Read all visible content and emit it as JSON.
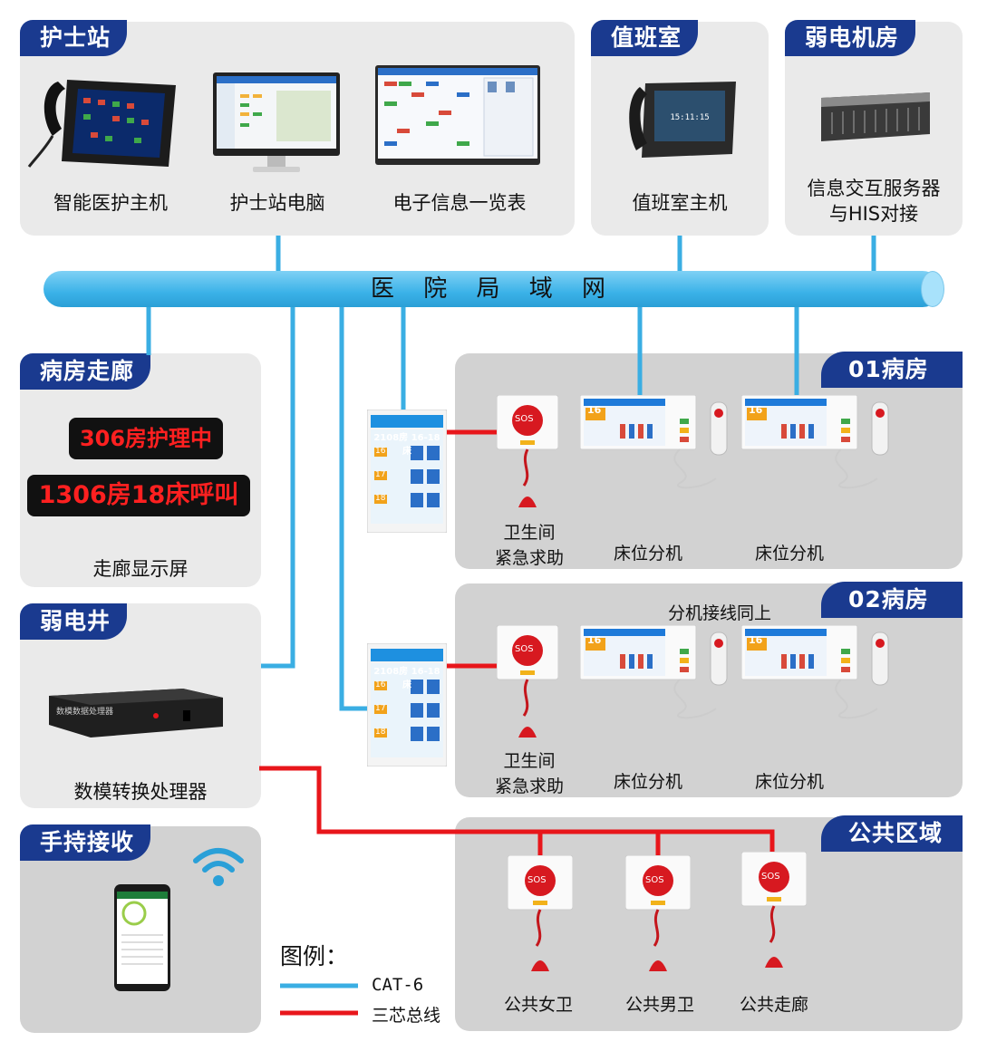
{
  "lan_label": "医 院 局 域 网",
  "sections": {
    "nurse_station": {
      "title": "护士站",
      "devices": [
        "智能医护主机",
        "护士站电脑",
        "电子信息一览表"
      ]
    },
    "duty_room": {
      "title": "值班室",
      "device": "值班室主机"
    },
    "server_room": {
      "title": "弱电机房",
      "device": "信息交互服务器\n与HIS对接"
    },
    "corridor": {
      "title": "病房走廊",
      "led_line1": "306房护理中",
      "led_line2": "1306房18床呼叫",
      "device": "走廊显示屏"
    },
    "weak_well": {
      "title": "弱电井",
      "device": "数模转换处理器",
      "box_text": "数模数据处理器"
    },
    "handheld": {
      "title": "手持接收"
    },
    "ward01": {
      "title": "01病房",
      "sos_label": "卫生间\n紧急求助",
      "bed1": "床位分机",
      "bed2": "床位分机",
      "door_room": "2108房 16-18床",
      "bed_nums": [
        "16",
        "17",
        "18"
      ]
    },
    "ward02": {
      "title": "02病房",
      "note": "分机接线同上",
      "sos_label": "卫生间\n紧急求助",
      "bed1": "床位分机",
      "bed2": "床位分机",
      "door_room": "2108房 16-18床",
      "bed_nums": [
        "16",
        "17",
        "18"
      ]
    },
    "public": {
      "title": "公共区域",
      "items": [
        "公共女卫",
        "公共男卫",
        "公共走廊"
      ]
    }
  },
  "legend": {
    "title": "图例：",
    "cat6": "CAT-6",
    "bus": "三芯总线"
  },
  "sos_text": "SOS",
  "colors": {
    "navy": "#1a3a8f",
    "cat6": "#3aaee3",
    "bus": "#e8161b",
    "led": "#ff2020"
  }
}
